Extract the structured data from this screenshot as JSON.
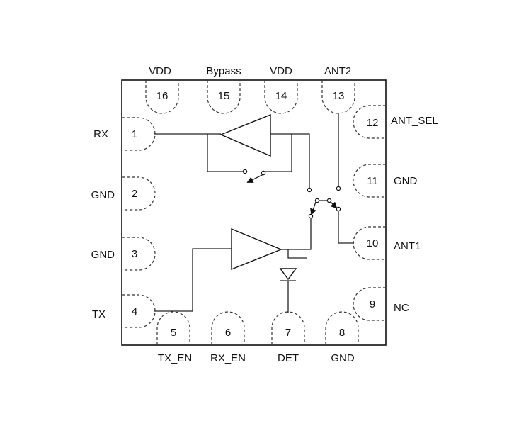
{
  "pins": {
    "p1": {
      "number": "1",
      "name": "RX"
    },
    "p2": {
      "number": "2",
      "name": "GND"
    },
    "p3": {
      "number": "3",
      "name": "GND"
    },
    "p4": {
      "number": "4",
      "name": "TX"
    },
    "p5": {
      "number": "5",
      "name": "TX_EN"
    },
    "p6": {
      "number": "6",
      "name": "RX_EN"
    },
    "p7": {
      "number": "7",
      "name": "DET"
    },
    "p8": {
      "number": "8",
      "name": "GND"
    },
    "p9": {
      "number": "9",
      "name": "NC"
    },
    "p10": {
      "number": "10",
      "name": "ANT1"
    },
    "p11": {
      "number": "11",
      "name": "GND"
    },
    "p12": {
      "number": "12",
      "name": "ANT_SEL"
    },
    "p13": {
      "number": "13",
      "name": "ANT2"
    },
    "p14": {
      "number": "14",
      "name": "VDD"
    },
    "p15": {
      "number": "15",
      "name": "Bypass"
    },
    "p16": {
      "number": "16",
      "name": "VDD"
    }
  }
}
